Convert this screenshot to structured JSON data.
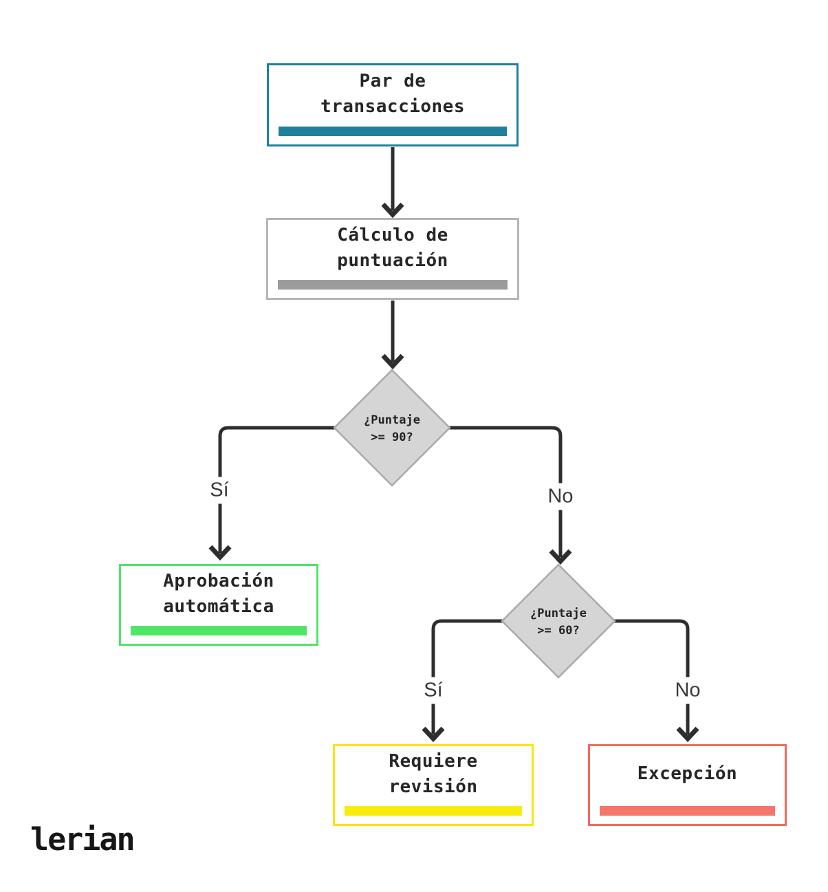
{
  "diagram": {
    "nodes": {
      "start": {
        "label": "Par de\ntransacciones",
        "accent_color": "#20809c"
      },
      "calc": {
        "label": "Cálculo de\npuntuación",
        "accent_color": "#9c9c9c"
      },
      "decision90": {
        "label": "¿Puntaje\n>= 90?",
        "fill_color": "#d5d5d5"
      },
      "decision60": {
        "label": "¿Puntaje\n>= 60?",
        "fill_color": "#d5d5d5"
      },
      "approve": {
        "label": "Aprobación\nautomática",
        "accent_color": "#50e567"
      },
      "review": {
        "label": "Requiere\nrevisión",
        "accent_color": "#f8ec0c"
      },
      "exception": {
        "label": "Excepción",
        "accent_color": "#f5766b"
      }
    },
    "edges": {
      "d90_yes": "Sí",
      "d90_no": "No",
      "d60_yes": "Sí",
      "d60_no": "No"
    },
    "line_color": "#2e2e2e"
  },
  "footer": {
    "logo": "lerian"
  }
}
